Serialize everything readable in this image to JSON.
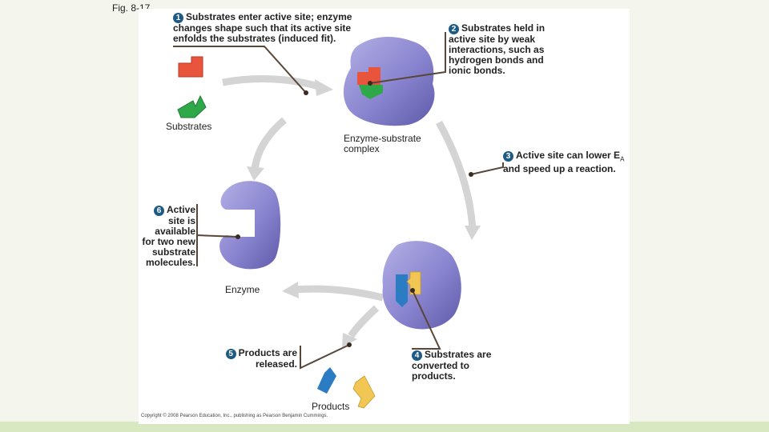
{
  "figure_label": "Fig. 8-17",
  "copyright": "Copyright © 2008 Pearson Education, Inc., publishing as Pearson Benjamin Cummings.",
  "labels": {
    "substrates": "Substrates",
    "enzyme_substrate_complex_line1": "Enzyme-substrate",
    "enzyme_substrate_complex_line2": "complex",
    "enzyme": "Enzyme",
    "products": "Products"
  },
  "steps": [
    {
      "number": "1",
      "lines": [
        "Substrates enter active site; enzyme",
        "changes shape such that its active site",
        "enfolds the substrates (induced fit)."
      ]
    },
    {
      "number": "2",
      "lines": [
        "Substrates held in",
        "active site by weak",
        "interactions, such as",
        "hydrogen bonds and",
        "ionic bonds."
      ]
    },
    {
      "number": "3",
      "lines": [
        "Active site can lower E",
        "and speed up a reaction."
      ],
      "subscript": "A"
    },
    {
      "number": "4",
      "lines": [
        "Substrates are",
        "converted to",
        "products."
      ]
    },
    {
      "number": "5",
      "lines": [
        "Products are",
        "released."
      ]
    },
    {
      "number": "6",
      "lines": [
        "Active",
        "site is",
        "available",
        "for two new",
        "substrate",
        "molecules."
      ]
    }
  ],
  "colors": {
    "enzyme": "#8a86d0",
    "substrate_red": "#e8553c",
    "substrate_green": "#2fa84a",
    "product_blue": "#2c7cc4",
    "product_yellow": "#f2c652",
    "cycle_arrow": "#d4d4d4",
    "badge": "#1d5a84",
    "leader_line": "#5a4636"
  }
}
